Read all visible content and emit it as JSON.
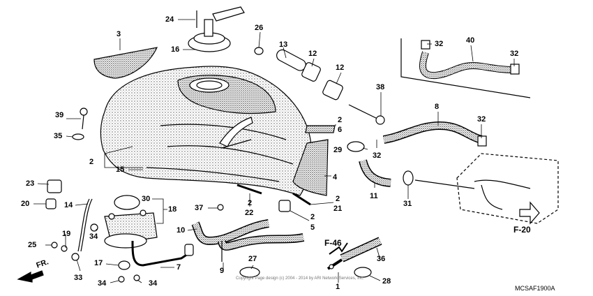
{
  "diagram": {
    "part_labels": [
      "24",
      "16",
      "3",
      "26",
      "13",
      "12",
      "12",
      "38",
      "40",
      "32",
      "32",
      "39",
      "35",
      "2",
      "6",
      "2",
      "15",
      "8",
      "32",
      "29",
      "32",
      "23",
      "4",
      "11",
      "31",
      "20",
      "14",
      "30",
      "18",
      "37",
      "2",
      "22",
      "2",
      "21",
      "2",
      "5",
      "10",
      "19",
      "25",
      "34",
      "17",
      "33",
      "34",
      "34",
      "7",
      "9",
      "27",
      "F-46",
      "36",
      "28",
      "1"
    ],
    "callouts": {
      "fwd": "FR.",
      "ref_main": "F-46",
      "ref_sub": "F-20"
    },
    "diagram_code": "MCSAF1900A",
    "watermark": "Copyright  Page design (c) 2004 - 2014 by ARI Network Services, Inc."
  }
}
